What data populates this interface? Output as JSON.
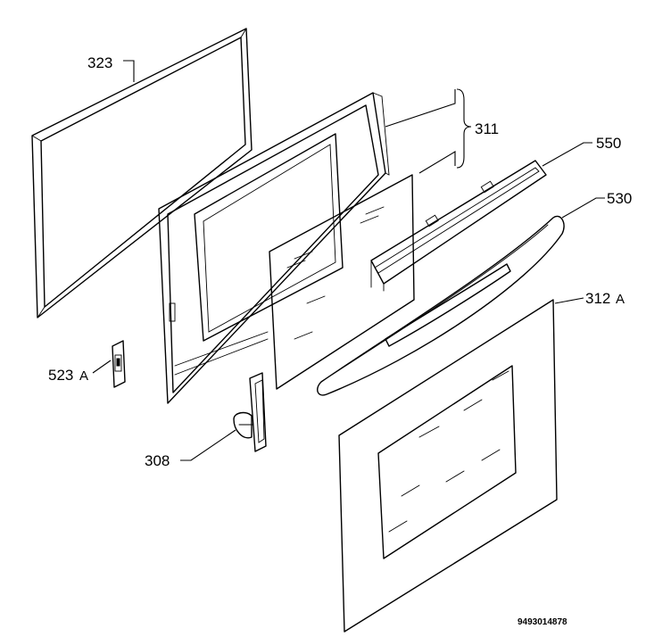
{
  "labels": {
    "p323": "323",
    "p311": "311",
    "p550": "550",
    "p530": "530",
    "p312a": "312",
    "p312a_suffix": "A",
    "p523a": "523",
    "p523a_suffix": "A",
    "p308": "308"
  },
  "drawing_ref": "9493014878",
  "colors": {
    "line": "#000000",
    "background": "#ffffff"
  }
}
